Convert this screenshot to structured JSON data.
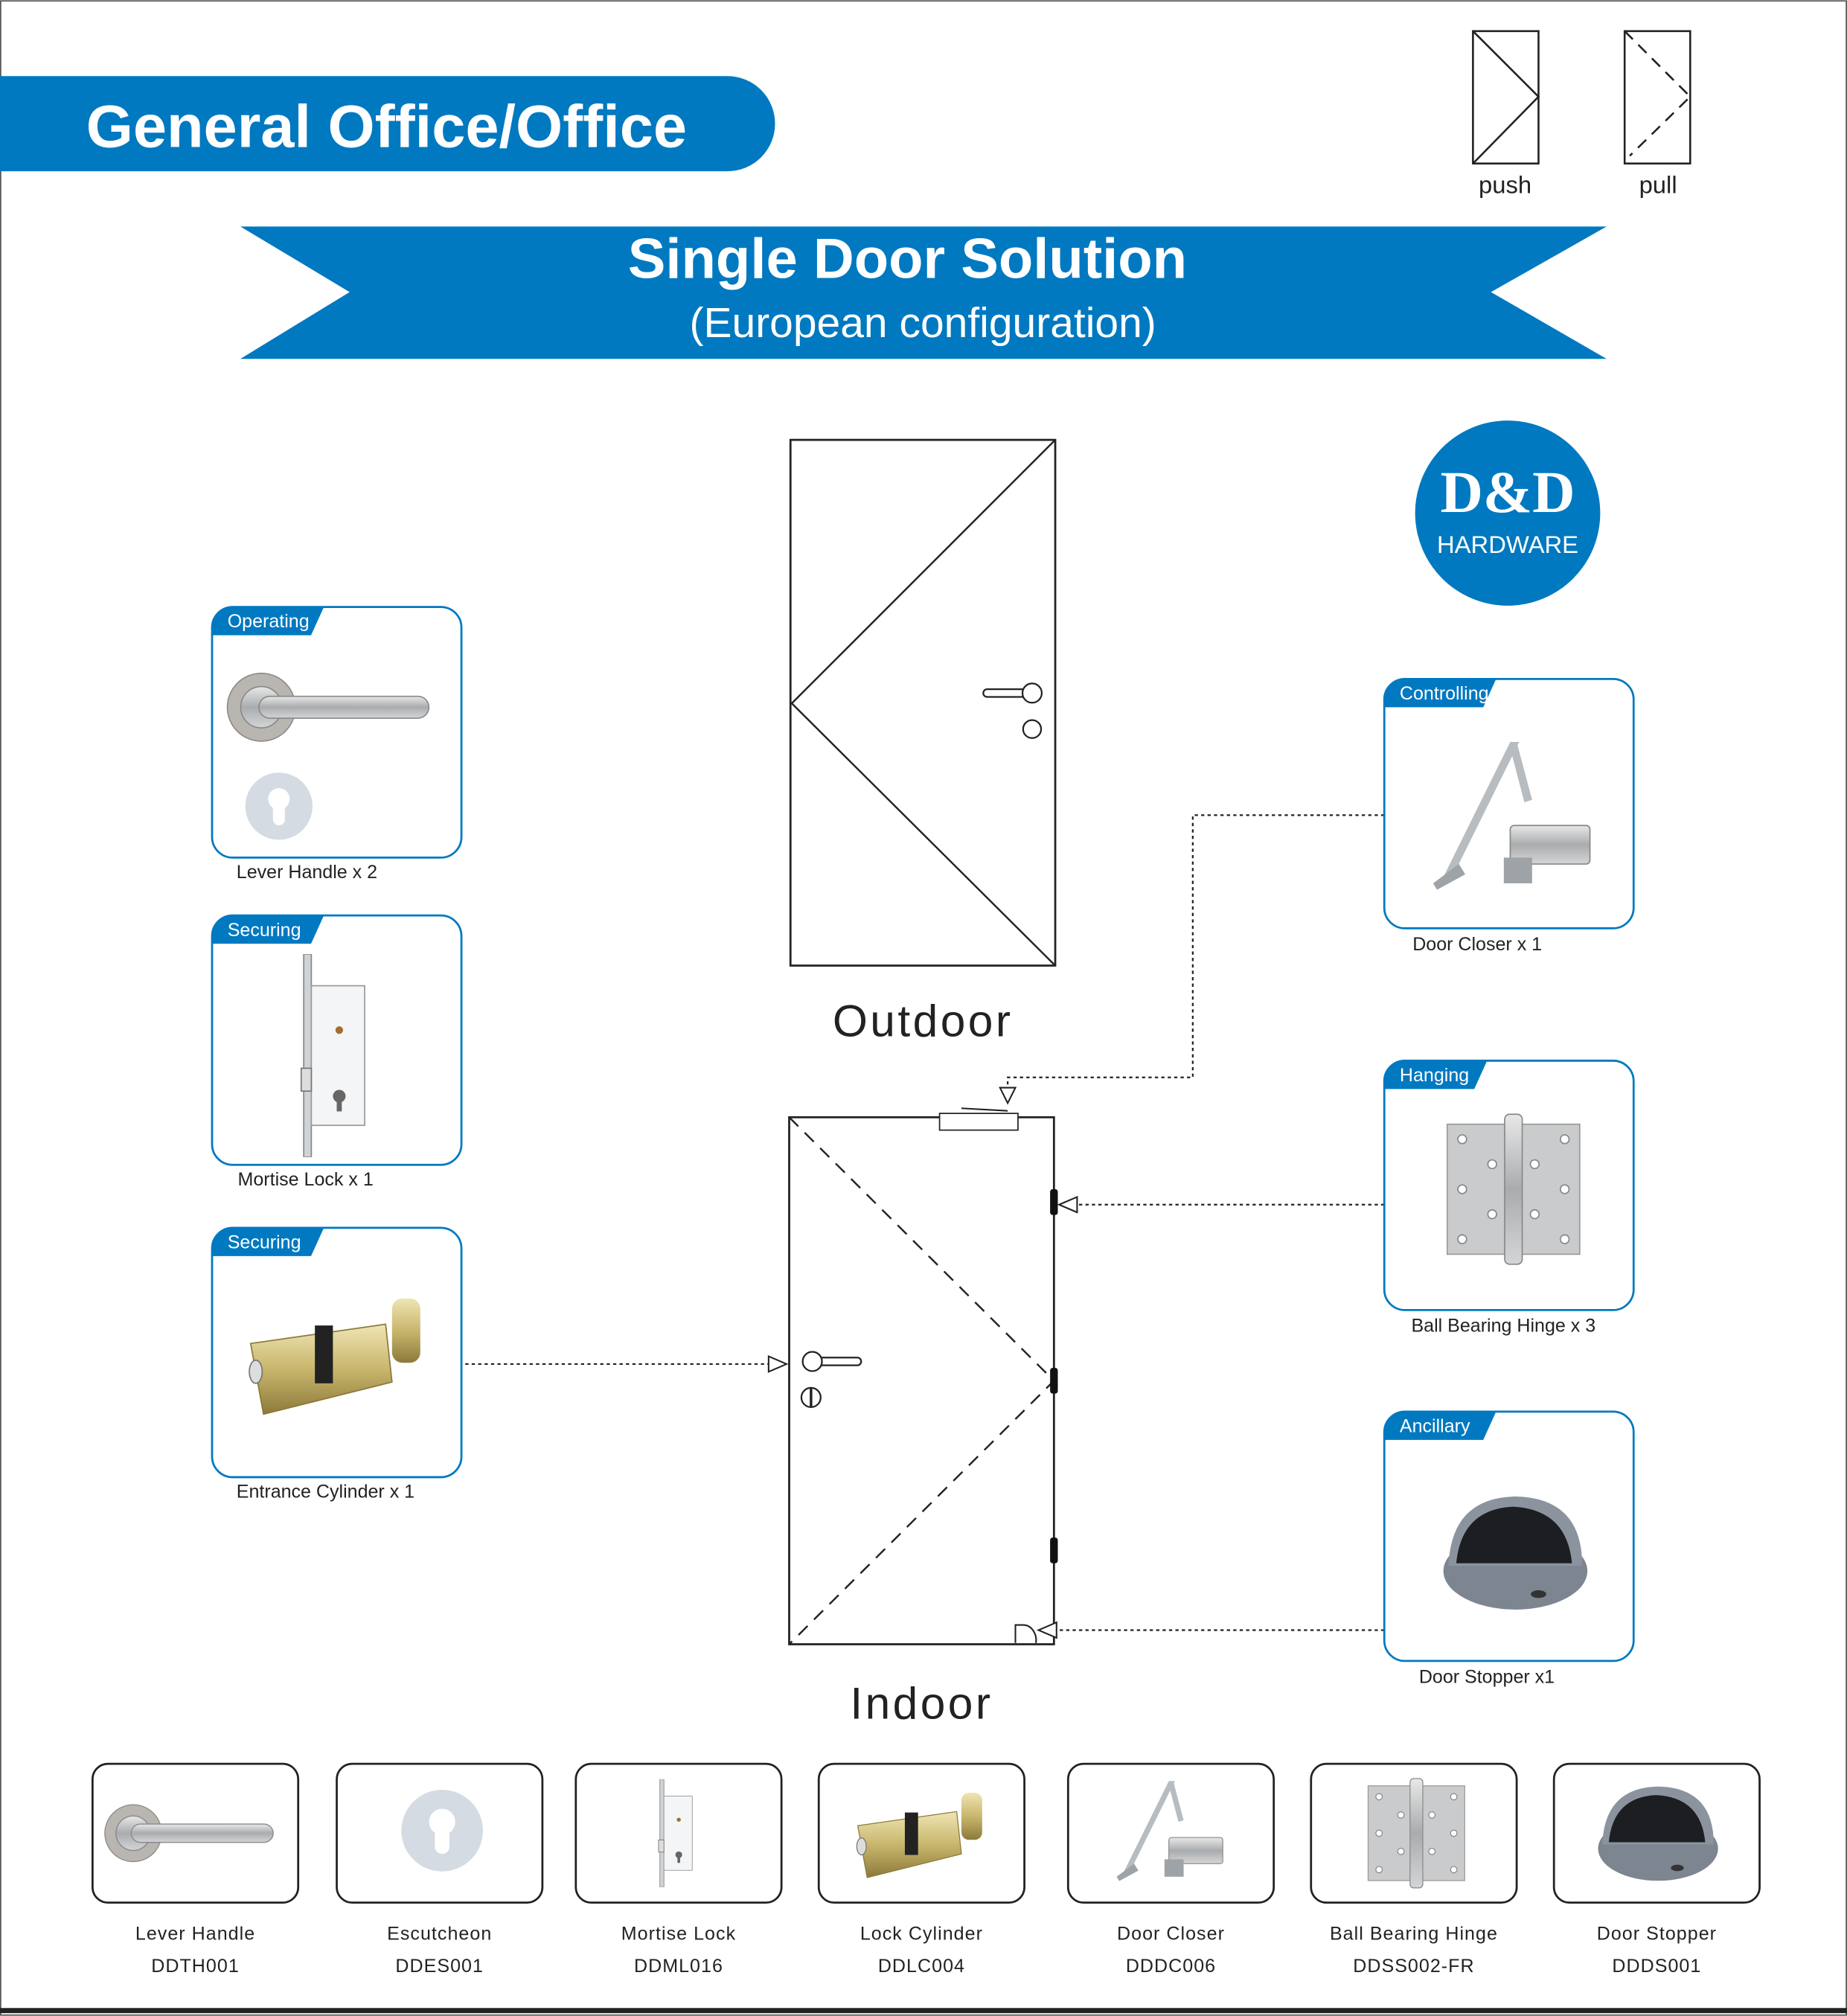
{
  "header": {
    "title": "General Office/Office"
  },
  "banner": {
    "title": "Single Door Solution",
    "subtitle": "(European configuration)"
  },
  "legend": {
    "push": "push",
    "pull": "pull"
  },
  "logo": {
    "brand": "D&D",
    "sub": "HARDWARE"
  },
  "doors": {
    "outdoor": "Outdoor",
    "indoor": "Indoor"
  },
  "colors": {
    "accent": "#0079c1"
  },
  "left_cards": [
    {
      "tag": "Operating",
      "label": "Lever Handle x 2",
      "icon": "lever-handle-icon"
    },
    {
      "tag": "Securing",
      "label": "Mortise Lock x 1",
      "icon": "mortise-lock-icon"
    },
    {
      "tag": "Securing",
      "label": "Entrance Cylinder x 1",
      "icon": "cylinder-icon"
    }
  ],
  "right_cards": [
    {
      "tag": "Controlling",
      "label": "Door Closer x 1",
      "icon": "door-closer-icon"
    },
    {
      "tag": "Hanging",
      "label": "Ball Bearing Hinge x 3",
      "icon": "hinge-icon"
    },
    {
      "tag": "Ancillary",
      "label": "Door Stopper x1",
      "icon": "door-stopper-icon"
    }
  ],
  "products": [
    {
      "name": "Lever Handle",
      "code": "DDTH001"
    },
    {
      "name": "Escutcheon",
      "code": "DDES001"
    },
    {
      "name": "Mortise Lock",
      "code": "DDML016"
    },
    {
      "name": "Lock Cylinder",
      "code": "DDLC004"
    },
    {
      "name": "Door Closer",
      "code": "DDDC006"
    },
    {
      "name": "Ball Bearing Hinge",
      "code": "DDSS002-FR"
    },
    {
      "name": "Door Stopper",
      "code": "DDDS001"
    }
  ]
}
